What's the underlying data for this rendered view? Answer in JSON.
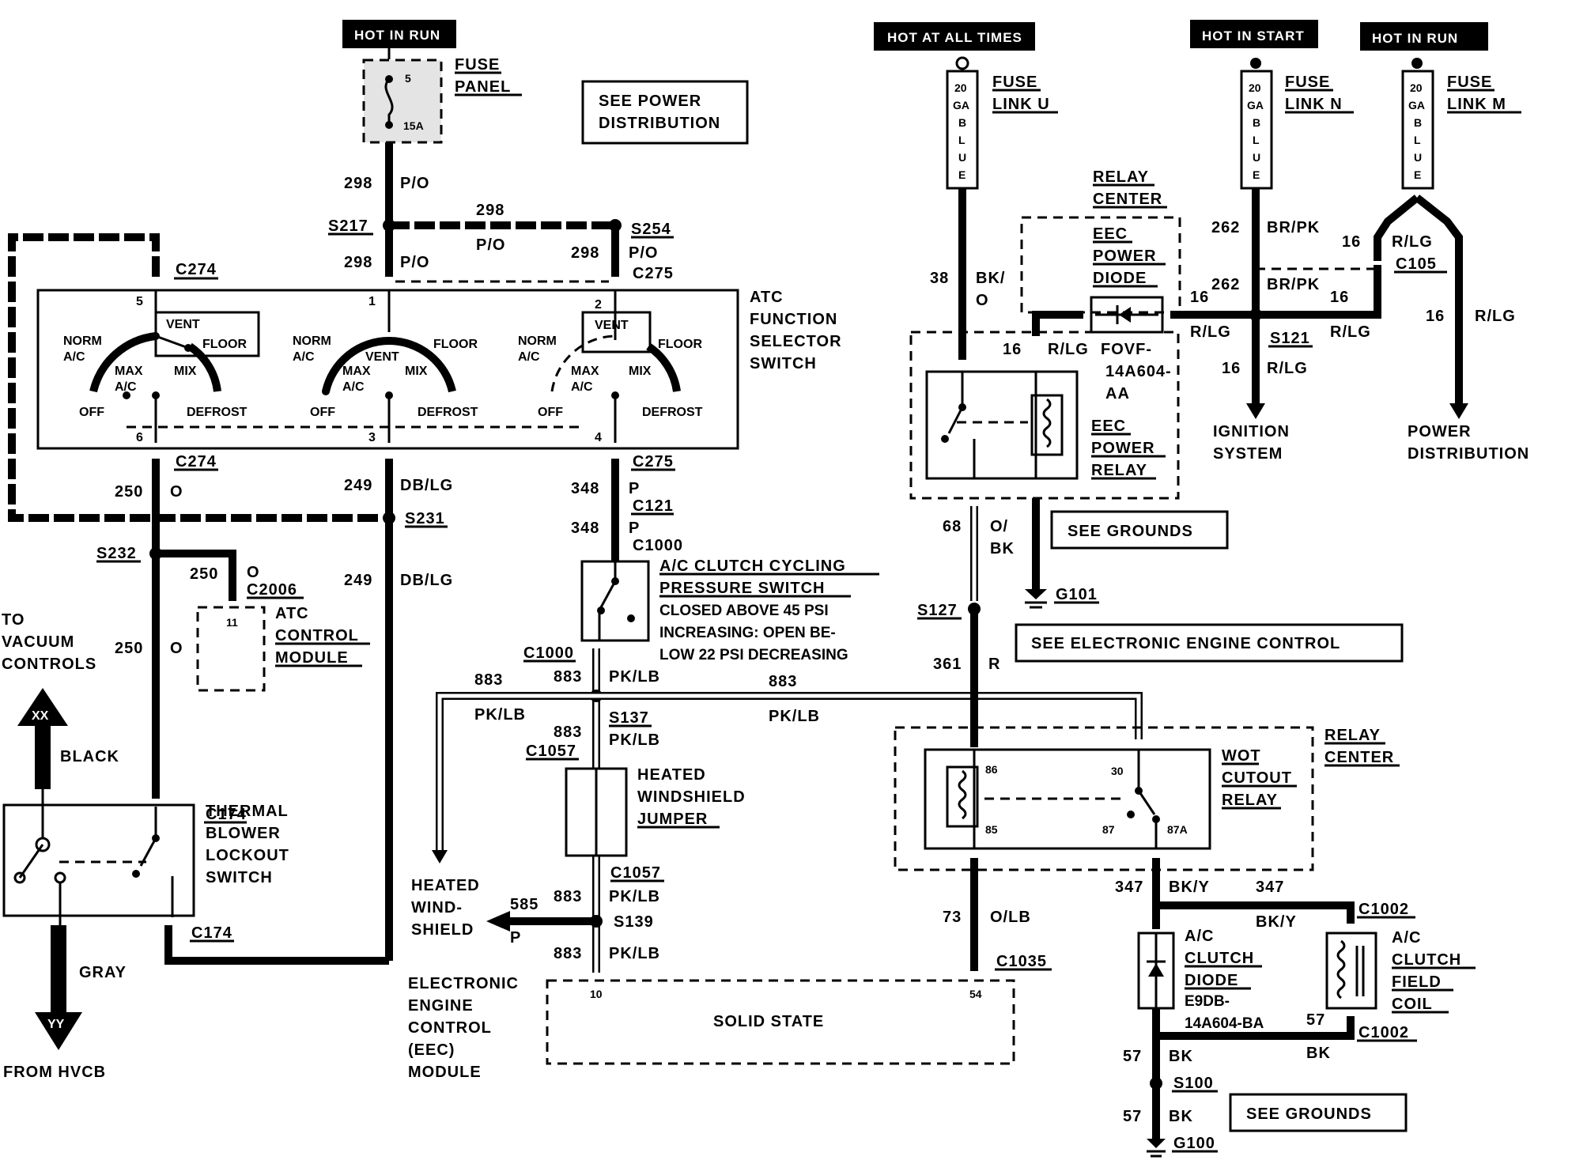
{
  "supplies": {
    "hot_in_run_left": "HOT IN RUN",
    "hot_at_all_times": "HOT AT ALL TIMES",
    "hot_in_start": "HOT IN START",
    "hot_in_run_right": "HOT IN RUN"
  },
  "fuse_panel": {
    "line1": "FUSE",
    "line2": "PANEL",
    "pin_top": "5",
    "rating": "15A"
  },
  "see_power_distribution": {
    "line1": "SEE POWER",
    "line2": "DISTRIBUTION"
  },
  "fuse_link_u": {
    "line1": "FUSE",
    "line2": "LINK U",
    "gauge": [
      "20",
      "GA",
      "B",
      "L",
      "U",
      "E"
    ]
  },
  "fuse_link_n": {
    "line1": "FUSE",
    "line2": "LINK N",
    "gauge": [
      "20",
      "GA",
      "B",
      "L",
      "U",
      "E"
    ]
  },
  "fuse_link_m": {
    "line1": "FUSE",
    "line2": "LINK M",
    "gauge": [
      "20",
      "GA",
      "B",
      "L",
      "U",
      "E"
    ]
  },
  "circuits": {
    "c298": "298",
    "po": "P/O",
    "s217": "S217",
    "s254": "S254",
    "c275": "C275",
    "c274": "C274",
    "c250": "250",
    "o": "O",
    "c249": "249",
    "dblg": "DB/LG",
    "s231": "S231",
    "c348": "348",
    "p": "P",
    "c121": "C121",
    "c1000": "C1000",
    "s232": "S232",
    "c2006": "C2006",
    "pin11": "11",
    "c883": "883",
    "pklb": "PK/LB",
    "s137": "S137",
    "c1057": "C1057",
    "s139": "S139",
    "c585": "585",
    "c174": "C174",
    "c38": "38",
    "bko": "BK/",
    "bko2": "O",
    "c16": "16",
    "rlg": "R/LG",
    "c262": "262",
    "brpk": "BR/PK",
    "c105": "C105",
    "s121": "S121",
    "c68": "68",
    "obk1": "O/",
    "obk2": "BK",
    "g101": "G101",
    "s127": "S127",
    "c361": "361",
    "r": "R",
    "c73": "73",
    "olb": "O/LB",
    "c1035": "C1035",
    "c347": "347",
    "bky": "BK/Y",
    "c1002": "C1002",
    "c57": "57",
    "bk": "BK",
    "s100": "S100",
    "g100": "G100",
    "pin10": "10",
    "pin54": "54"
  },
  "atc_switch": {
    "title": [
      "ATC",
      "FUNCTION",
      "SELECTOR",
      "SWITCH"
    ],
    "vent": "VENT",
    "norm": "NORM",
    "ac": "A/C",
    "floor": "FLOOR",
    "max": "MAX",
    "mix": "MIX",
    "off": "OFF",
    "defrost": "DEFROST",
    "pins": [
      "5",
      "1",
      "2",
      "6",
      "3",
      "4"
    ]
  },
  "atc_module": [
    "ATC",
    "CONTROL",
    "MODULE"
  ],
  "vacuum": [
    "TO",
    "VACUUM",
    "CONTROLS"
  ],
  "hvcb": {
    "top": "XX",
    "black": "BLACK",
    "gray": "GRAY",
    "bottom": "YY",
    "from": "FROM HVCB"
  },
  "thermal": [
    "THERMAL",
    "BLOWER",
    "LOCKOUT",
    "SWITCH"
  ],
  "ac_cycling": [
    "A/C CLUTCH CYCLING",
    "PRESSURE SWITCH",
    "CLOSED ABOVE 45 PSI",
    "INCREASING: OPEN BE-",
    "LOW 22 PSI DECREASING"
  ],
  "heated_jumper": [
    "HEATED",
    "WINDSHIELD",
    "JUMPER"
  ],
  "heated_windshield": [
    "HEATED",
    "WIND-",
    "SHIELD"
  ],
  "eec_module": [
    "ELECTRONIC",
    "ENGINE",
    "CONTROL",
    "(EEC)",
    "MODULE"
  ],
  "solid_state": "SOLID STATE",
  "relay_center": [
    "RELAY",
    "CENTER"
  ],
  "eec_diode": [
    "EEC",
    "POWER",
    "DIODE"
  ],
  "diode_part": [
    "FOVF-",
    "14A604-",
    "AA"
  ],
  "eec_relay": [
    "EEC",
    "POWER",
    "RELAY"
  ],
  "ignition": [
    "IGNITION",
    "SYSTEM"
  ],
  "power_dist": [
    "POWER",
    "DISTRIBUTION"
  ],
  "see_grounds": "SEE GROUNDS",
  "see_eec": "SEE ELECTRONIC ENGINE CONTROL",
  "wot": [
    "WOT",
    "CUTOUT",
    "RELAY"
  ],
  "wot_pins": [
    "86",
    "85",
    "30",
    "87",
    "87A"
  ],
  "ac_diode": [
    "A/C",
    "CLUTCH",
    "DIODE",
    "E9DB-",
    "14A604-BA"
  ],
  "ac_coil": [
    "A/C",
    "CLUTCH",
    "FIELD",
    "COIL"
  ]
}
